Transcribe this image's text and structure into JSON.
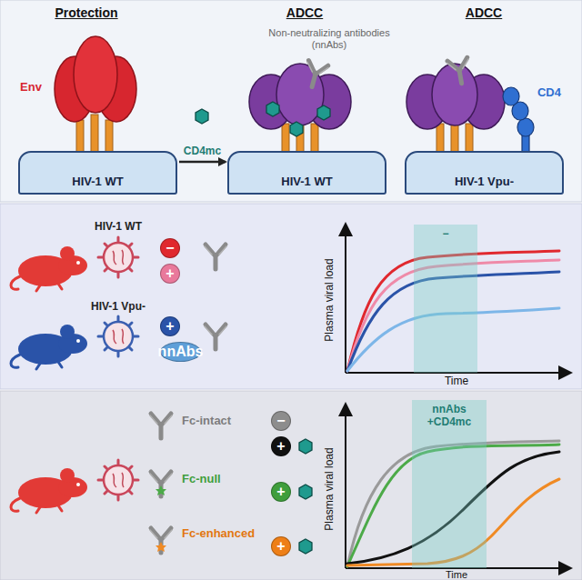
{
  "diagram": {
    "nodes": [
      {
        "text": [
          "HIV-1 WT"
        ]
      },
      {
        "text": [
          "HIV-1 WT"
        ]
      },
      {
        "text": [
          "HIV-1 Vpu-"
        ]
      },
      {
        "text": [
          "−"
        ]
      },
      {
        "text": [
          "+"
        ]
      },
      {
        "text": [
          "−"
        ]
      },
      {
        "text": [
          "+"
        ]
      },
      {
        "text": [
          "nnAbs"
        ]
      },
      {
        "text": [
          "−"
        ]
      },
      {
        "text": [
          "+"
        ]
      },
      {
        "text": [
          "+"
        ]
      },
      {
        "text": [
          "+"
        ]
      },
      {
        "text": [
          "nnAbs +CD4mc"
        ]
      }
    ],
    "edges": [
      {
        "from": 0,
        "to": 1,
        "arrow": "to",
        "label": "CD4mc"
      }
    ],
    "labels": [
      "Protection",
      "ADCC",
      "ADCC",
      "Env",
      "Non-neutralizing antibodies (nnAbs)",
      "CD4",
      "HIV-1 WT",
      "HIV-1 Vpu-",
      "Plasma viral load",
      "Time",
      "Fc-intact",
      "Fc-null",
      "Fc-enhanced",
      "Plasma viral load",
      "Time"
    ]
  }
}
